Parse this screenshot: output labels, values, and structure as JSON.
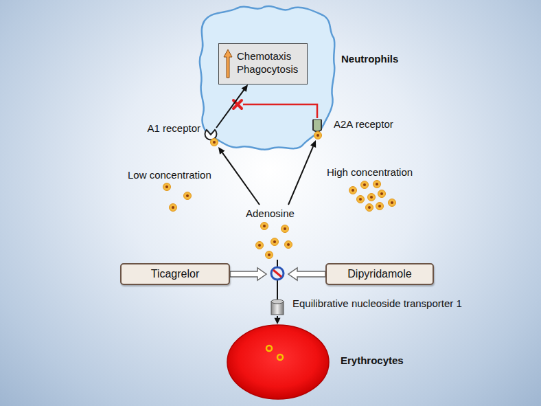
{
  "diagram": {
    "nodes": [
      {
        "text": [
          "Neutrophils"
        ]
      },
      {
        "text": [
          "Chemotaxis Phagocytosis"
        ],
        "in": 0
      },
      {
        "text": [
          "A1 receptor"
        ]
      },
      {
        "text": [
          "A2A receptor"
        ]
      },
      {
        "text": [
          "Ticagrelor"
        ]
      },
      {
        "text": [
          "Dipyridamole"
        ]
      },
      {
        "text": [
          "Equilibrative nucleoside transporter 1"
        ]
      },
      {
        "text": [
          "Erythrocytes"
        ]
      }
    ],
    "edges": [
      {
        "from": 2,
        "to": 1,
        "arrow": "to"
      },
      {
        "from": 4,
        "to": 6,
        "arrow": "to"
      },
      {
        "from": 5,
        "to": 6,
        "arrow": "to"
      },
      {
        "from": 6,
        "to": 7,
        "arrow": "to"
      }
    ],
    "labels": [
      "Low concentration",
      "High concentration",
      "Adenosine"
    ]
  }
}
